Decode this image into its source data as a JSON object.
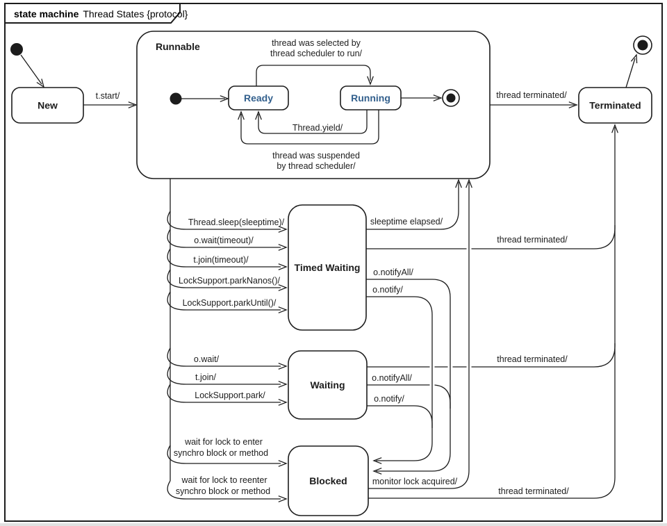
{
  "frame": {
    "title_keyword": "state machine",
    "title_name": "Thread States {protocol}"
  },
  "states": {
    "new": "New",
    "runnable": "Runnable",
    "ready": "Ready",
    "running": "Running",
    "terminated": "Terminated",
    "timed_waiting": "Timed Waiting",
    "waiting": "Waiting",
    "blocked": "Blocked"
  },
  "transitions": {
    "t_start": "t.start/",
    "selected": [
      "thread was selected by",
      "thread scheduler to run/"
    ],
    "yield": "Thread.yield/",
    "suspended": [
      "thread was suspended",
      "by thread scheduler/"
    ],
    "term_top": "thread terminated/",
    "sleep": "Thread.sleep(sleeptime)/",
    "o_wait_timeout": "o.wait(timeout)/",
    "t_join_timeout": "t.join(timeout)/",
    "park_nanos": "LockSupport.parkNanos()/",
    "park_until": "LockSupport.parkUntil()/",
    "o_wait": "o.wait/",
    "t_join": "t.join/",
    "park": "LockSupport.park/",
    "wait_enter": [
      "wait for lock to enter",
      "synchro block or method"
    ],
    "wait_reenter": [
      "wait for lock to reenter",
      "synchro block or method"
    ],
    "sleeptime_elapsed": "sleeptime elapsed/",
    "tw_term": "thread terminated/",
    "w_term": "thread terminated/",
    "b_term": "thread terminated/",
    "monitor": "monitor lock acquired/",
    "notifyall_tw": "o.notifyAll/",
    "notify_tw": "o.notify/",
    "notifyall_w": "o.notifyAll/",
    "notify_w": "o.notify/"
  },
  "colors": {
    "line": "#1c1c1c",
    "state_text": "#1c1c1c",
    "substate_text": "#33608d",
    "background": "#ffffff",
    "bottom_strip": "#c9c9c9"
  }
}
